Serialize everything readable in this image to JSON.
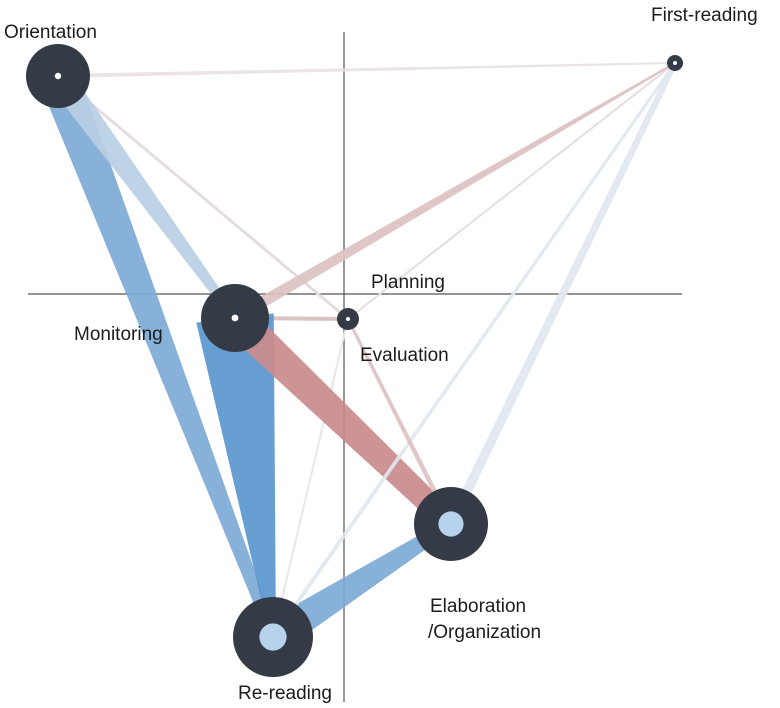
{
  "nodes": [
    {
      "id": "orientation",
      "label": "Orientation",
      "size": "large",
      "inner": "dot"
    },
    {
      "id": "first-reading",
      "label": "First-reading",
      "size": "small",
      "inner": "dot"
    },
    {
      "id": "planning",
      "label": "Planning",
      "size": "none",
      "inner": "none"
    },
    {
      "id": "monitoring",
      "label": "Monitoring",
      "size": "large",
      "inner": "dot"
    },
    {
      "id": "evaluation",
      "label": "Evaluation",
      "size": "small",
      "inner": "dot"
    },
    {
      "id": "elaboration",
      "label": "Elaboration\n/Organization",
      "label_lines": [
        "Elaboration",
        "/Organization"
      ],
      "size": "large",
      "inner": "disc"
    },
    {
      "id": "re-reading",
      "label": "Re-reading",
      "size": "large",
      "inner": "disc"
    }
  ],
  "edge_colors": {
    "blue_strong": "#5b97cf",
    "blue_medium": "#7eaad6",
    "blue_light": "#b9cfe4",
    "blue_faint": "#dfe7ef",
    "red": "#c98a8c",
    "red_light": "#dcc1c2",
    "gray_faint": "#e8e2e2"
  },
  "edges": [
    {
      "from": "orientation",
      "to": "re-reading",
      "color": "blue_medium"
    },
    {
      "from": "orientation",
      "to": "monitoring",
      "color": "blue_light"
    },
    {
      "from": "orientation",
      "to": "first-reading",
      "color": "gray_faint"
    },
    {
      "from": "monitoring",
      "to": "re-reading",
      "color": "blue_strong"
    },
    {
      "from": "monitoring",
      "to": "elaboration",
      "color": "red"
    },
    {
      "from": "monitoring",
      "to": "first-reading",
      "color": "red_light"
    },
    {
      "from": "elaboration",
      "to": "re-reading",
      "color": "blue_medium"
    },
    {
      "from": "first-reading",
      "to": "elaboration",
      "color": "blue_faint"
    },
    {
      "from": "first-reading",
      "to": "re-reading",
      "color": "blue_faint"
    },
    {
      "from": "evaluation",
      "to": "elaboration",
      "color": "red_light"
    }
  ],
  "colors": {
    "node_ring": "#353b46",
    "node_disc": "#b7d3ec",
    "node_dot": "#ffffff",
    "axis": "#555555"
  }
}
